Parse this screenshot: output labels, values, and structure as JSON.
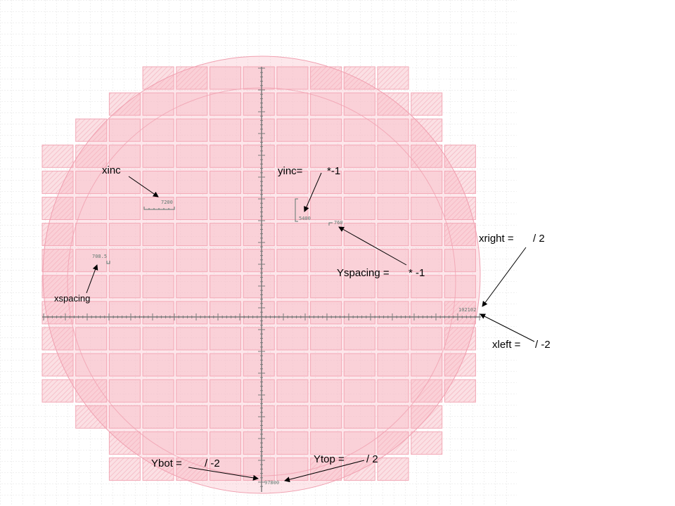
{
  "annotations": {
    "xinc": "xinc",
    "yinc": "yinc=",
    "yinc_op": "*-1",
    "xright": "xright =",
    "xright_op": "/ 2",
    "yspacing": "Yspacing =",
    "yspacing_op": "* -1",
    "xspacing": "xspacing",
    "xleft": "xleft =",
    "xleft_op": "/ -2",
    "ybot": "Ybot =",
    "ybot_op": "/ -2",
    "ytop": "Ytop =",
    "ytop_op": "/ 2"
  },
  "readouts": {
    "xinc_value": "7200",
    "yinc_value": "5400",
    "yspacing_value": "760",
    "xspacing_value": "708.5",
    "xright_value": "102102",
    "ytop_value": "97800"
  },
  "colors": {
    "wafer_fill": "#f9b8c4",
    "die_fill": "#f7c4cc",
    "die_stroke": "#f3a0b0",
    "partial_die": "#f8d0d6",
    "axis": "#7a7a7a",
    "grid": "#e4e4e4",
    "readout": "#607870"
  }
}
